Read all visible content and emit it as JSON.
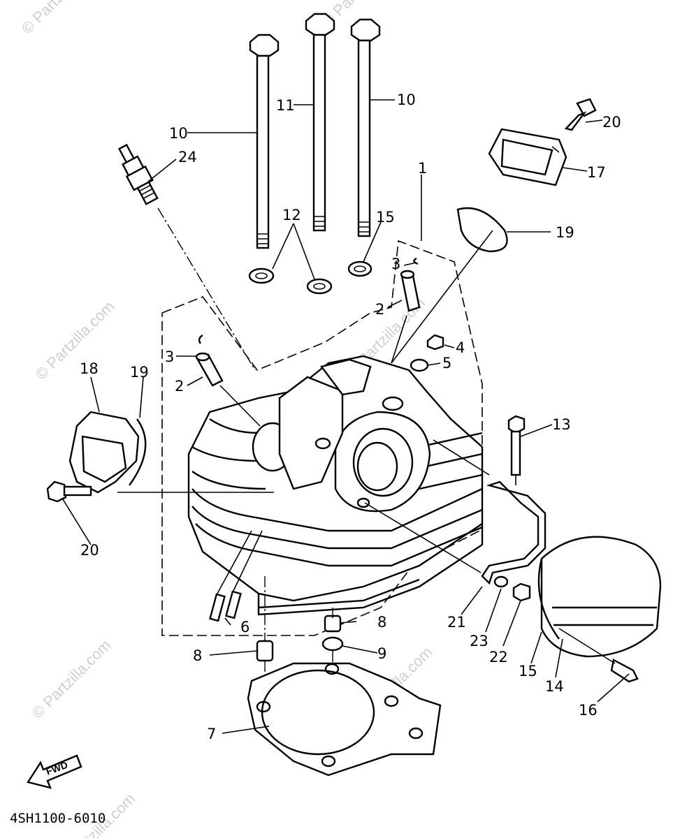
{
  "diagram": {
    "drawing_code": "4SH1100-6010",
    "fwd_label": "FWD",
    "watermark": "© Partzilla.com",
    "callouts": {
      "c1": "1",
      "c2a": "2",
      "c2b": "2",
      "c3a": "3",
      "c3b": "3",
      "c4": "4",
      "c5": "5",
      "c6": "6",
      "c7": "7",
      "c8a": "8",
      "c8b": "8",
      "c9": "9",
      "c10a": "10",
      "c10b": "10",
      "c11": "11",
      "c12": "12",
      "c13": "13",
      "c14": "14",
      "c15a": "15",
      "c15b": "15",
      "c16": "16",
      "c17": "17",
      "c18": "18",
      "c19a": "19",
      "c19b": "19",
      "c20a": "20",
      "c20b": "20",
      "c21": "21",
      "c22": "22",
      "c23": "23",
      "c24": "24"
    }
  }
}
